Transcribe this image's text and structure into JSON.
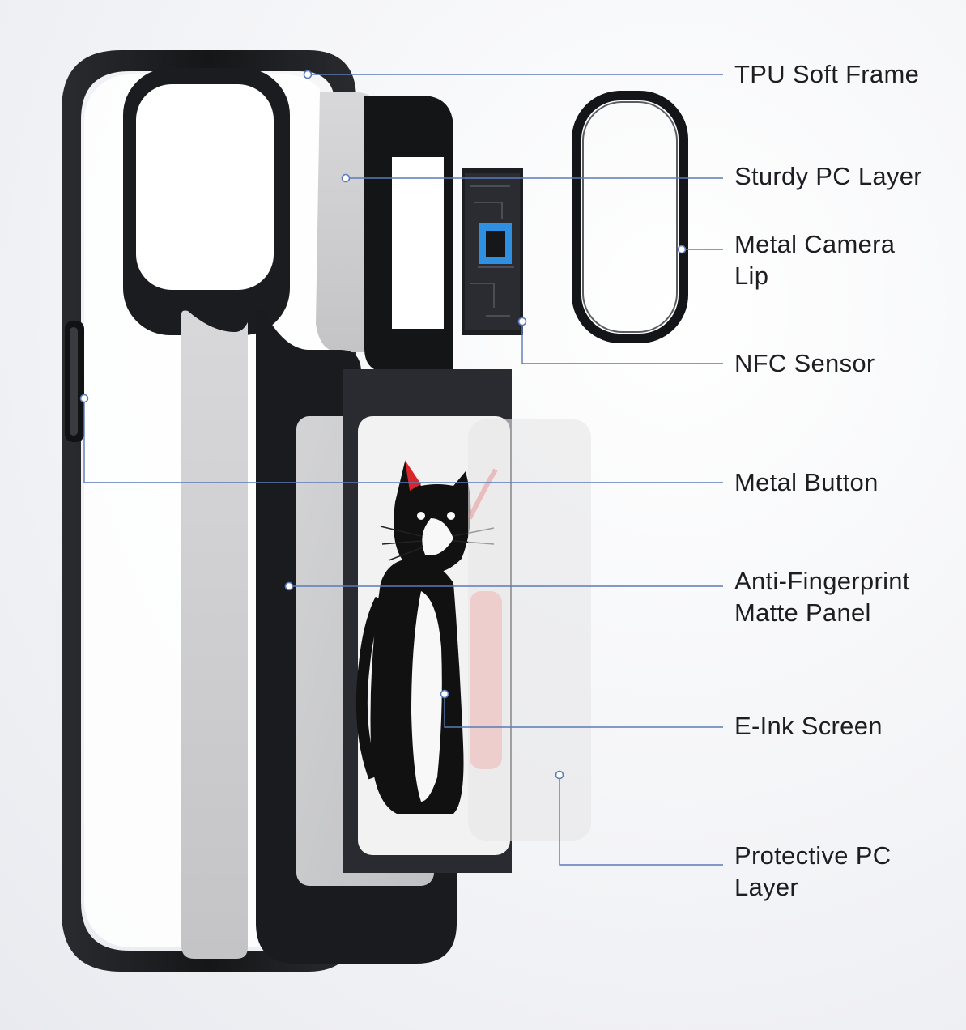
{
  "labels": {
    "tpu_soft_frame": "TPU Soft Frame",
    "sturdy_pc_layer": "Sturdy PC Layer",
    "metal_camera_lip": "Metal Camera\nLip",
    "nfc_sensor": "NFC Sensor",
    "metal_button": "Metal Button",
    "anti_fingerprint_matte_panel": "Anti-Fingerprint\nMatte Panel",
    "e_ink_screen": "E-Ink Screen",
    "protective_pc_layer": "Protective PC\nLayer"
  },
  "colors": {
    "leader_line": "#5a7bb8",
    "frame": "#1b1c1f",
    "chip_highlight": "#2f8fe0",
    "cat_accent": "#d8262a"
  }
}
